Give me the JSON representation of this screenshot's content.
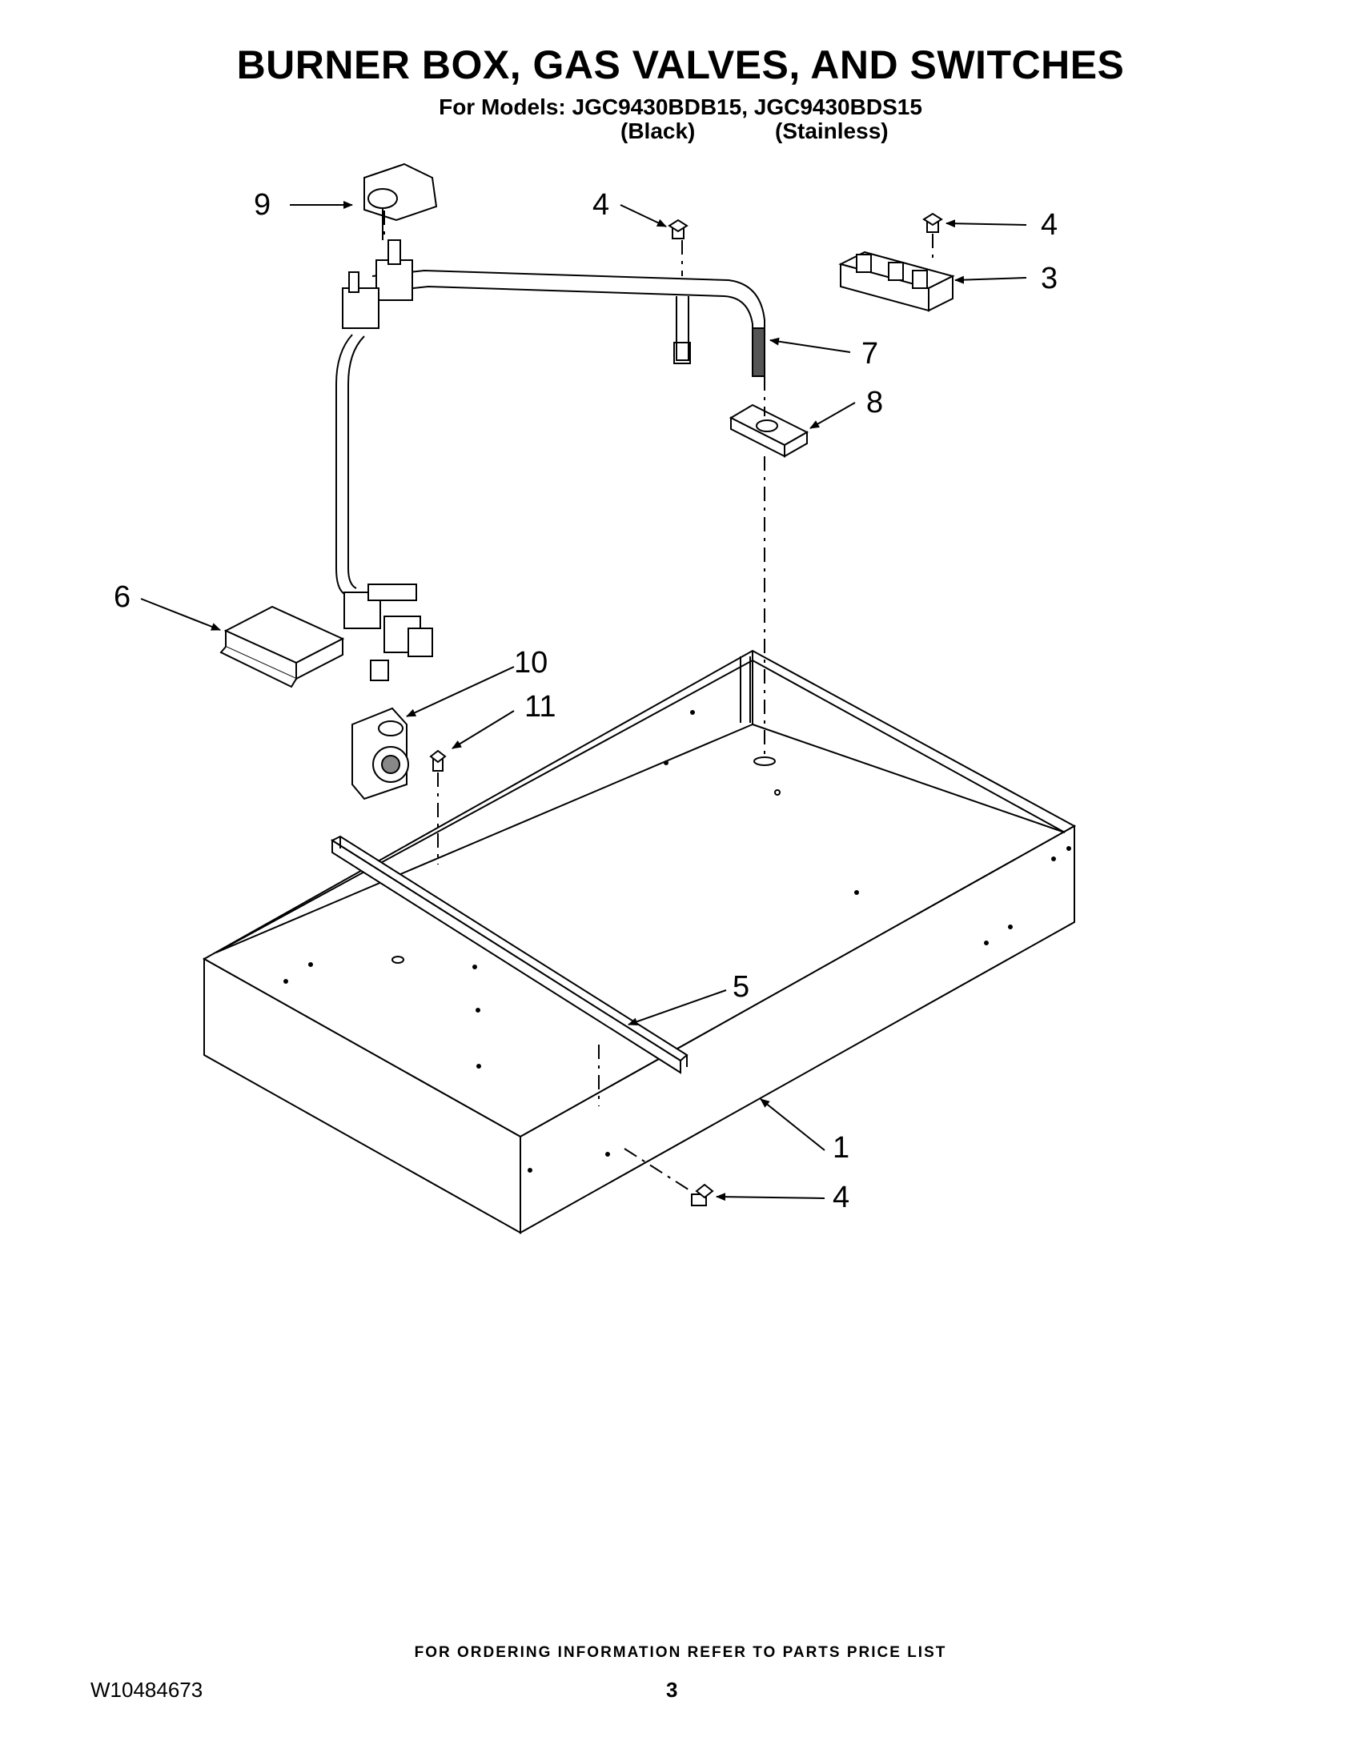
{
  "header": {
    "title": "BURNER BOX, GAS VALVES, AND SWITCHES",
    "models_line": "For Models: JGC9430BDB15, JGC9430BDS15",
    "variant_black": "(Black)",
    "variant_stainless": "(Stainless)"
  },
  "callouts": {
    "c1": "1",
    "c3": "3",
    "c4a": "4",
    "c4b": "4",
    "c4c": "4",
    "c5": "5",
    "c6": "6",
    "c7": "7",
    "c8": "8",
    "c9": "9",
    "c10": "10",
    "c11": "11"
  },
  "footer": {
    "ordering_note": "FOR ORDERING INFORMATION REFER TO PARTS PRICE LIST",
    "doc_number": "W10484673",
    "page_number": "3"
  }
}
